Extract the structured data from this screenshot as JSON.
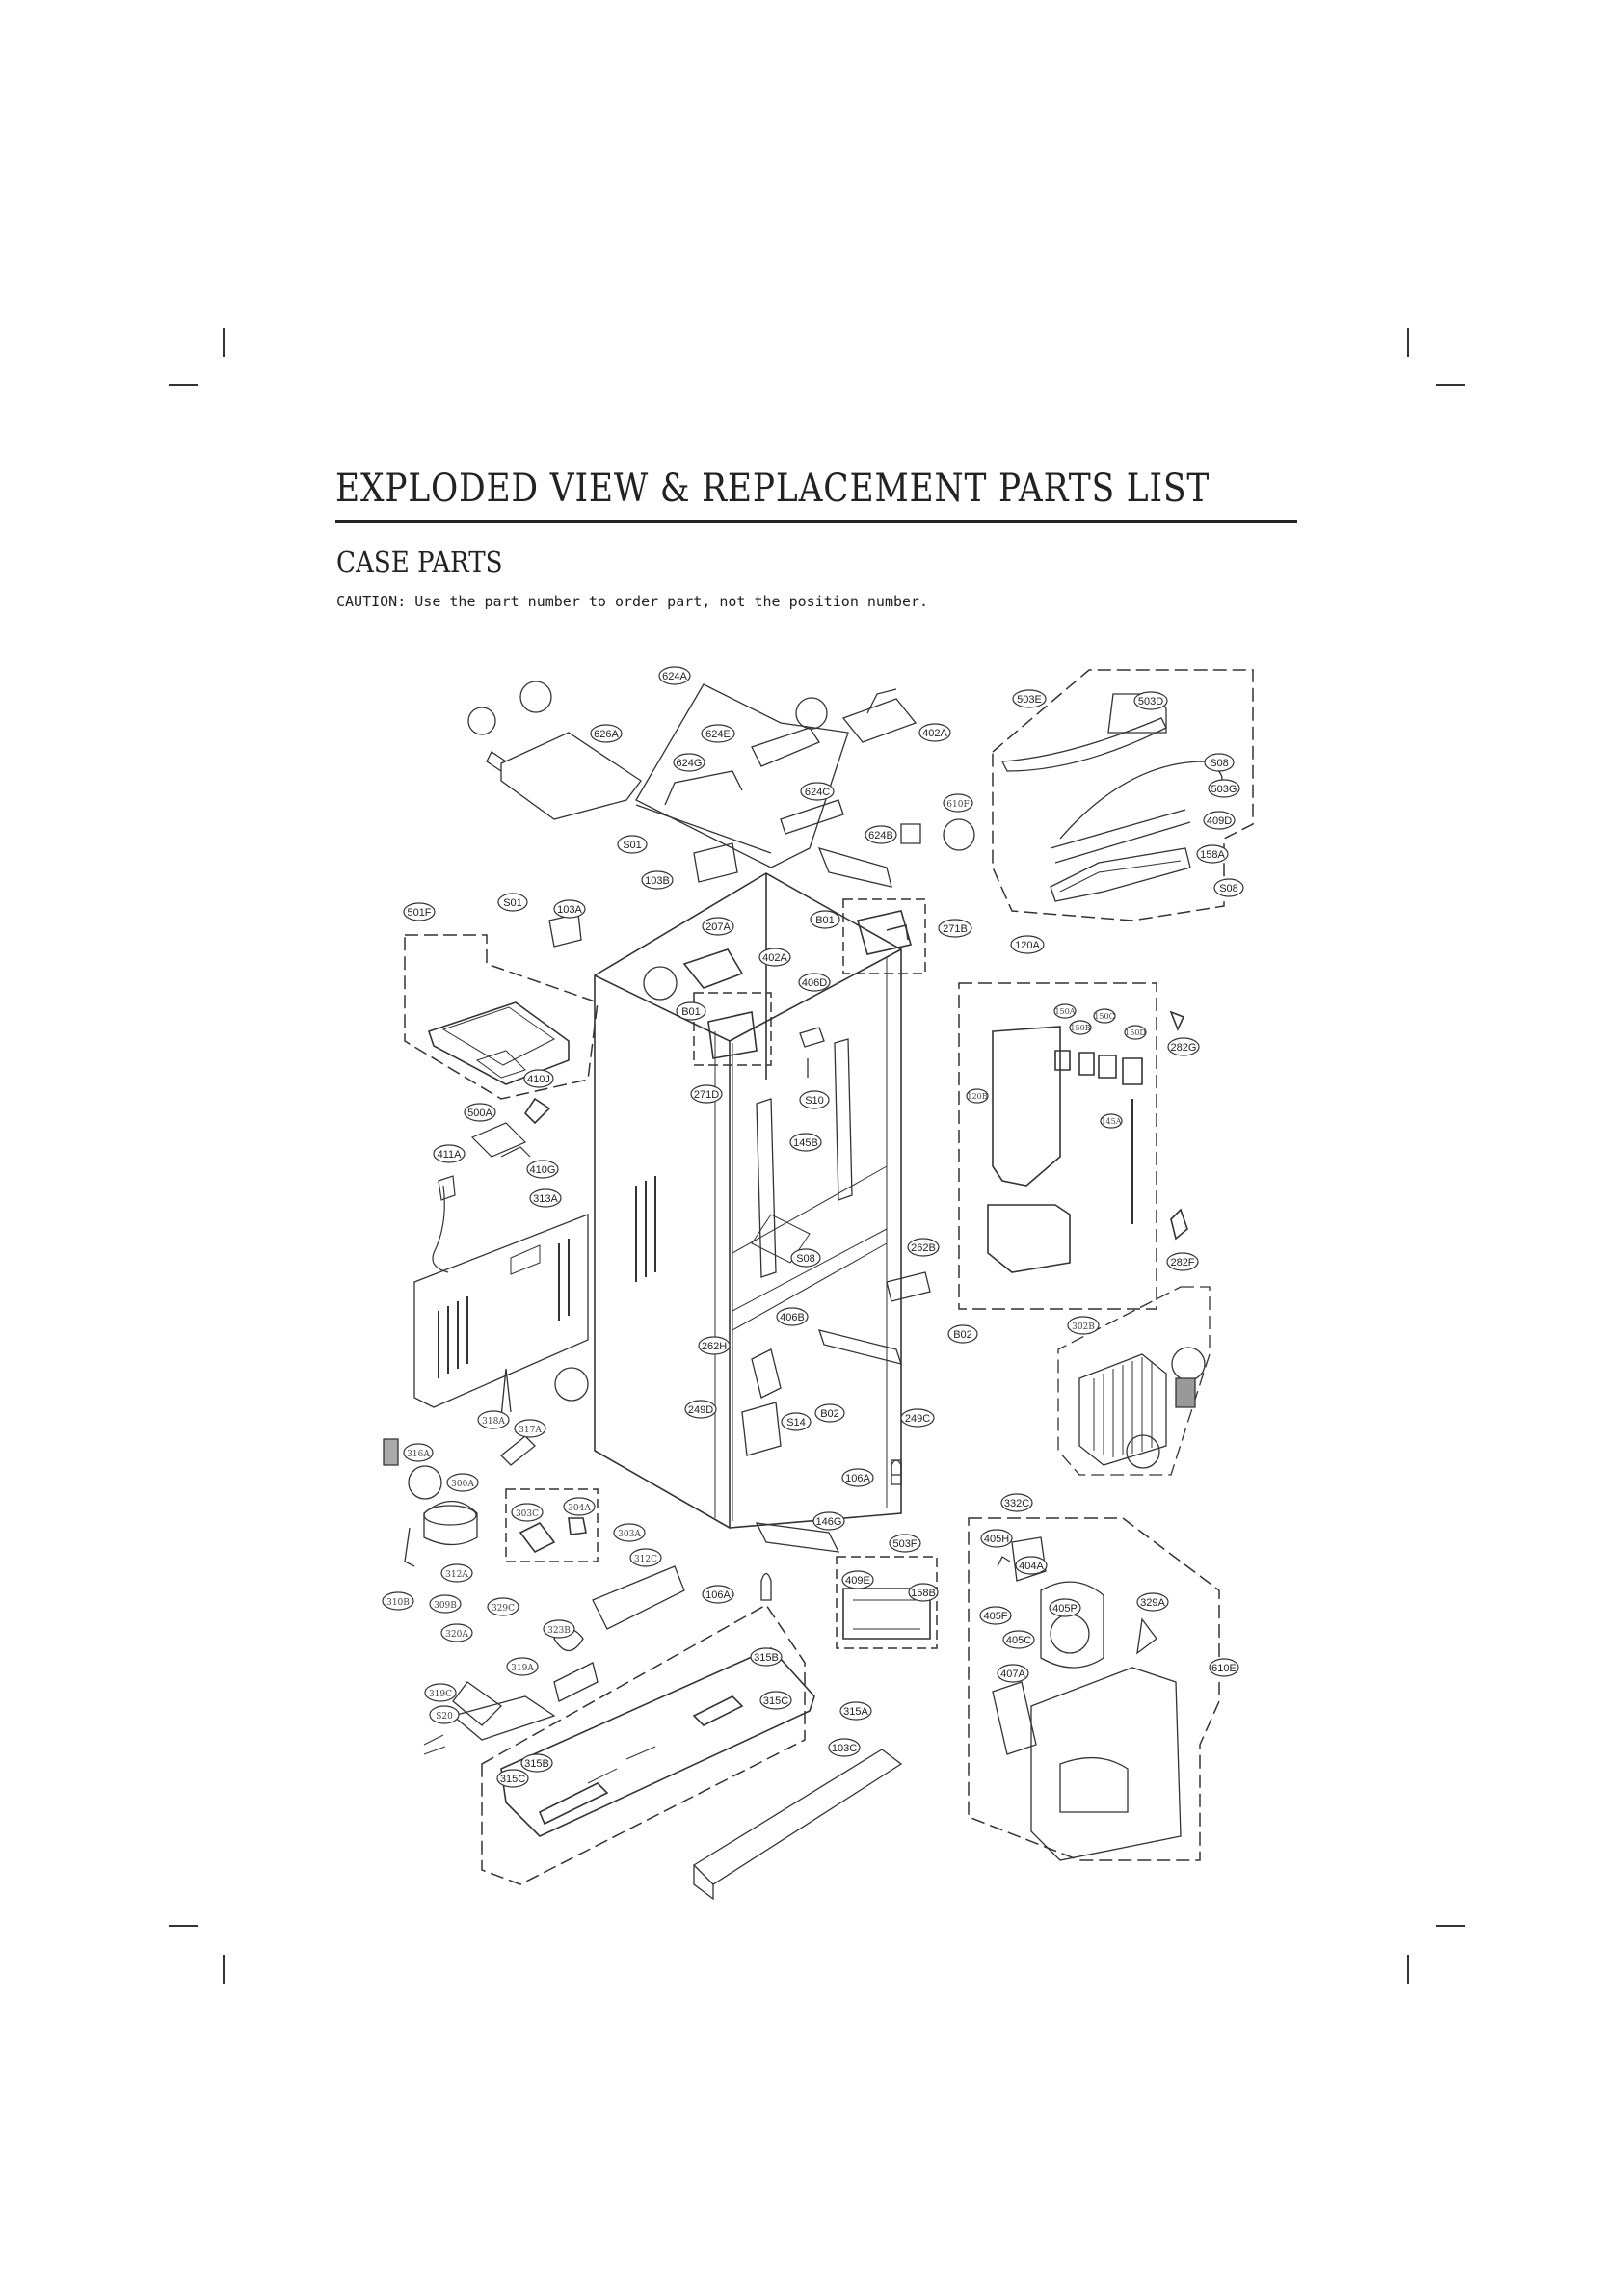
{
  "header": {
    "title": "EXPLODED VIEW & REPLACEMENT PARTS LIST",
    "section": "CASE PARTS",
    "caution": "CAUTION: Use the part number to order part, not the position number."
  },
  "callouts": [
    {
      "code": "624A"
    },
    {
      "code": "626A"
    },
    {
      "code": "624E"
    },
    {
      "code": "624G"
    },
    {
      "code": "624C"
    },
    {
      "code": "402A"
    },
    {
      "code": "610F"
    },
    {
      "code": "624B"
    },
    {
      "code": "503E"
    },
    {
      "code": "503D"
    },
    {
      "code": "S08"
    },
    {
      "code": "503G"
    },
    {
      "code": "409D"
    },
    {
      "code": "158A"
    },
    {
      "code": "S08"
    },
    {
      "code": "S01"
    },
    {
      "code": "103B"
    },
    {
      "code": "501F"
    },
    {
      "code": "S01"
    },
    {
      "code": "103A"
    },
    {
      "code": "207A"
    },
    {
      "code": "402A"
    },
    {
      "code": "B01"
    },
    {
      "code": "271B"
    },
    {
      "code": "120A"
    },
    {
      "code": "406D"
    },
    {
      "code": "B01"
    },
    {
      "code": "150A"
    },
    {
      "code": "150C"
    },
    {
      "code": "150B"
    },
    {
      "code": "150D"
    },
    {
      "code": "282G"
    },
    {
      "code": "410J"
    },
    {
      "code": "271D"
    },
    {
      "code": "S10"
    },
    {
      "code": "120B"
    },
    {
      "code": "500A"
    },
    {
      "code": "145B"
    },
    {
      "code": "145A"
    },
    {
      "code": "411A"
    },
    {
      "code": "410G"
    },
    {
      "code": "313A"
    },
    {
      "code": "S08"
    },
    {
      "code": "262B"
    },
    {
      "code": "282F"
    },
    {
      "code": "406B"
    },
    {
      "code": "B02"
    },
    {
      "code": "302B"
    },
    {
      "code": "262H"
    },
    {
      "code": "249D"
    },
    {
      "code": "S14"
    },
    {
      "code": "B02"
    },
    {
      "code": "249C"
    },
    {
      "code": "318A"
    },
    {
      "code": "317A"
    },
    {
      "code": "316A"
    },
    {
      "code": "106A"
    },
    {
      "code": "300A"
    },
    {
      "code": "303C"
    },
    {
      "code": "304A"
    },
    {
      "code": "303A"
    },
    {
      "code": "146G"
    },
    {
      "code": "332C"
    },
    {
      "code": "312C"
    },
    {
      "code": "503F"
    },
    {
      "code": "405H"
    },
    {
      "code": "312A"
    },
    {
      "code": "404A"
    },
    {
      "code": "409E"
    },
    {
      "code": "158B"
    },
    {
      "code": "106A"
    },
    {
      "code": "405P"
    },
    {
      "code": "310B"
    },
    {
      "code": "309B"
    },
    {
      "code": "329C"
    },
    {
      "code": "405F"
    },
    {
      "code": "329A"
    },
    {
      "code": "320A"
    },
    {
      "code": "323B"
    },
    {
      "code": "405C"
    },
    {
      "code": "315B"
    },
    {
      "code": "319A"
    },
    {
      "code": "407A"
    },
    {
      "code": "610E"
    },
    {
      "code": "319C"
    },
    {
      "code": "315C"
    },
    {
      "code": "315A"
    },
    {
      "code": "S20"
    },
    {
      "code": "103C"
    },
    {
      "code": "315B"
    },
    {
      "code": "315C"
    }
  ]
}
